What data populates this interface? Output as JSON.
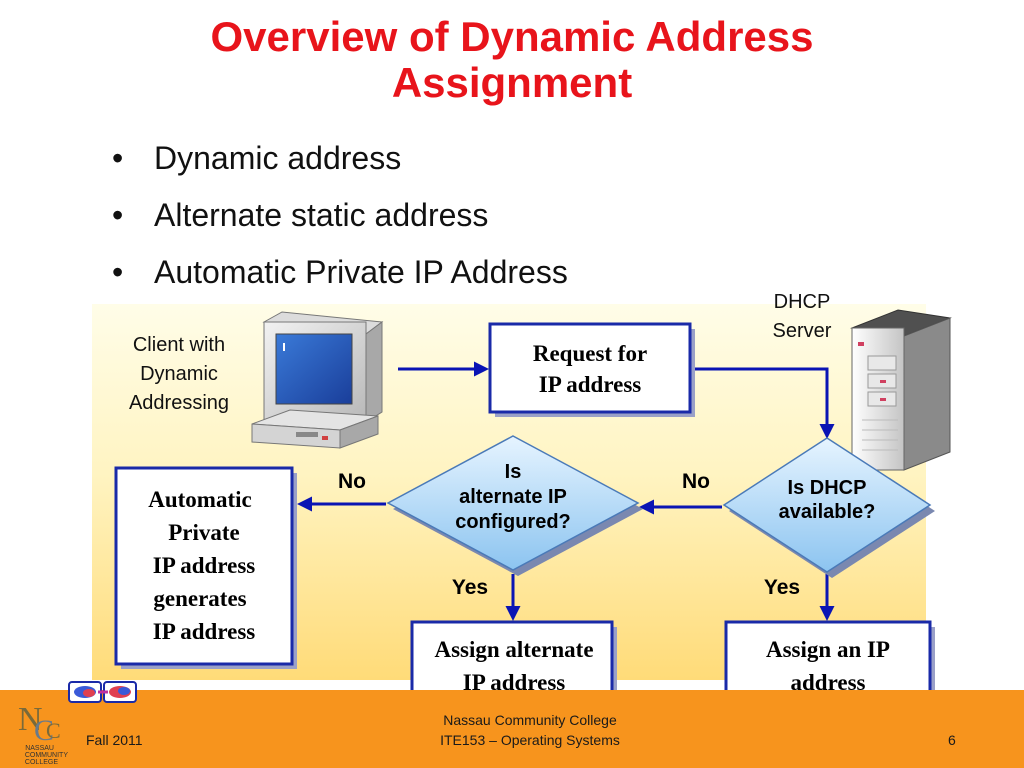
{
  "slide": {
    "title_line1": "Overview of Dynamic Address",
    "title_line2": "Assignment",
    "bullets": [
      "Dynamic address",
      "Alternate static address",
      "Automatic Private IP Address"
    ]
  },
  "diagram": {
    "client_label": [
      "Client with",
      "Dynamic",
      "Addressing"
    ],
    "server_label": [
      "DHCP",
      "Server"
    ],
    "request_box": [
      "Request for",
      "IP address"
    ],
    "dhcp_decision": [
      "Is DHCP",
      "available?"
    ],
    "alt_decision": [
      "Is",
      "alternate IP",
      "configured?"
    ],
    "apipa_box": [
      "Automatic",
      "Private",
      "IP address",
      "generates",
      "IP address"
    ],
    "assign_alt_box": [
      "Assign alternate",
      "IP address"
    ],
    "assign_ip_box": [
      "Assign an IP",
      "address"
    ],
    "no_label": "No",
    "yes_label": "Yes"
  },
  "footer": {
    "left": "Fall 2011",
    "center_line1": "Nassau Community College",
    "center_line2": "ITE153 – Operating Systems",
    "page": "6",
    "logo_text": [
      "NASSAU",
      "COMMUNITY",
      "COLLEGE"
    ]
  },
  "colors": {
    "title": "#e8141b",
    "arrow": "#0a14b4",
    "box_border": "#1a2aa8",
    "diamond_fill": "#9fcff4",
    "footer": "#f7941d"
  }
}
